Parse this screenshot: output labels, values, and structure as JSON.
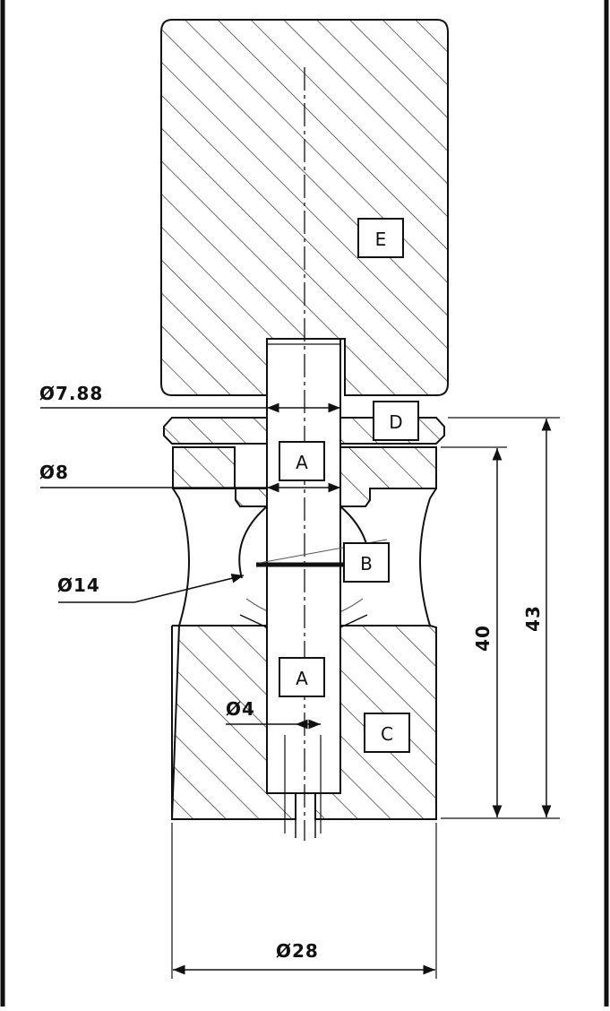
{
  "dimensions": {
    "d_7_88": "Ø7.88",
    "d_8": "Ø8",
    "d_14": "Ø14",
    "d_4": "Ø4",
    "d_28": "Ø28",
    "h_40": "40",
    "h_43": "43"
  },
  "parts": {
    "a_upper": "A",
    "a_lower": "A",
    "b": "B",
    "c": "C",
    "d": "D",
    "e": "E"
  },
  "colors": {
    "line": "#111111",
    "background": "#ffffff"
  }
}
